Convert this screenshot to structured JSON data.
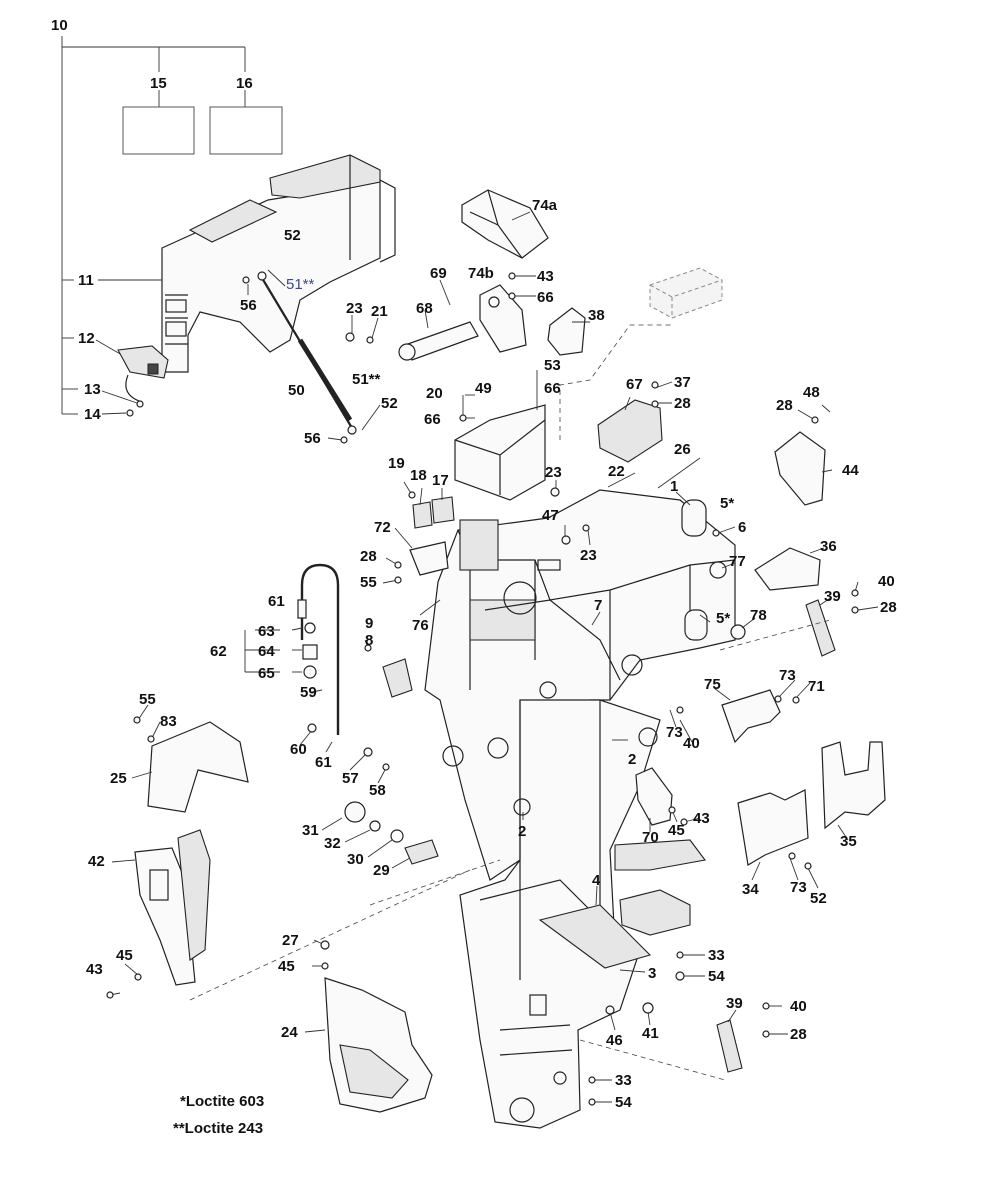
{
  "labels": {
    "p10": "10",
    "p15": "15",
    "p16": "16",
    "p11": "11",
    "p12": "12",
    "p13": "13",
    "p14": "14",
    "p52a": "52",
    "p51a": "51**",
    "p56a": "56",
    "p23a": "23",
    "p21": "21",
    "p50": "50",
    "p51b": "51**",
    "p52b": "52",
    "p56b": "56",
    "p74a": "74a",
    "p74b": "74b",
    "p69": "69",
    "p43a": "43",
    "p66a": "66",
    "p68": "68",
    "p38": "38",
    "p53": "53",
    "p66b": "66",
    "p20": "20",
    "p49": "49",
    "p66c": "66",
    "p67": "67",
    "p37": "37",
    "p28a": "28",
    "p48": "48",
    "p28b": "28",
    "p44": "44",
    "p19": "19",
    "p18": "18",
    "p17": "17",
    "p23b": "23",
    "p22": "22",
    "p26": "26",
    "p1": "1",
    "p5a": "5*",
    "p47": "47",
    "p23c": "23",
    "p6": "6",
    "p72": "72",
    "p36": "36",
    "p77": "77",
    "p28c": "28",
    "p55a": "55",
    "p40a": "40",
    "p28d": "28",
    "p39a": "39",
    "p9": "9",
    "p76": "76",
    "p7": "7",
    "p5b": "5*",
    "p78": "78",
    "p61a": "61",
    "p63": "63",
    "p62": "62",
    "p64": "64",
    "p65": "65",
    "p8": "8",
    "p73a": "73",
    "p71": "71",
    "p75": "75",
    "p73b": "73",
    "p40b": "40",
    "p59": "59",
    "p55b": "55",
    "p83": "83",
    "p60": "60",
    "p61b": "61",
    "p2a": "2",
    "p57": "57",
    "p58": "58",
    "p25": "25",
    "p31": "31",
    "p32": "32",
    "p30": "30",
    "p29": "29",
    "p2b": "2",
    "p70": "70",
    "p45a": "45",
    "p43b": "43",
    "p35": "35",
    "p34": "34",
    "p73c": "73",
    "p52c": "52",
    "p42": "42",
    "p4": "4",
    "p27": "27",
    "p45b": "45",
    "p33a": "33",
    "p3": "3",
    "p54a": "54",
    "p43c": "43",
    "p45c": "45",
    "p24": "24",
    "p46": "46",
    "p41": "41",
    "p39b": "39",
    "p40c": "40",
    "p28e": "28",
    "p33b": "33",
    "p54b": "54"
  },
  "notes": {
    "loctite603": "*Loctite 603",
    "loctite243": "**Loctite 243"
  }
}
